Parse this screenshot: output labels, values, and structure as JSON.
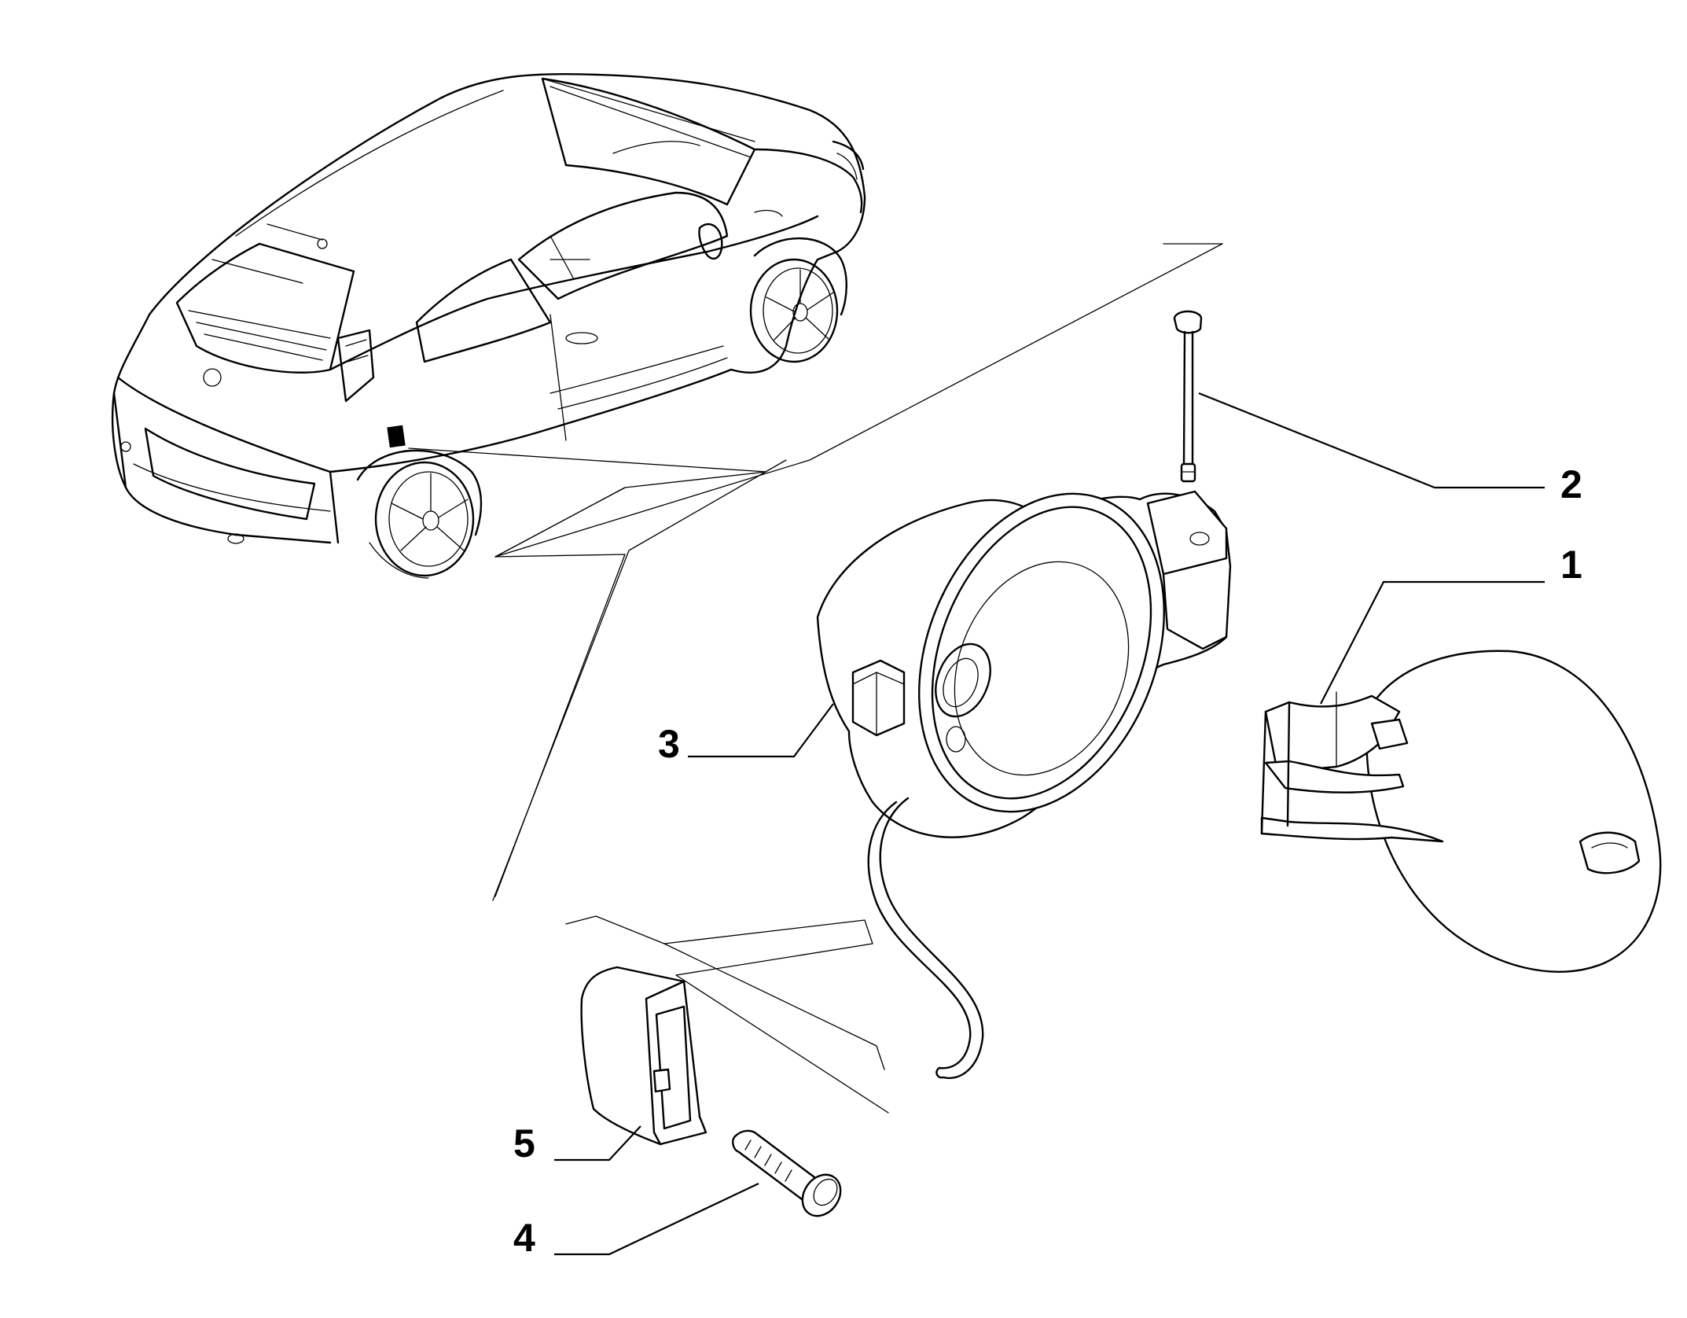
{
  "callouts": [
    {
      "id": "1",
      "label": "1",
      "part": "fuel-door-flap"
    },
    {
      "id": "2",
      "label": "2",
      "part": "release-pin"
    },
    {
      "id": "3",
      "label": "3",
      "part": "filler-housing"
    },
    {
      "id": "4",
      "label": "4",
      "part": "screw"
    },
    {
      "id": "5",
      "label": "5",
      "part": "cover-bracket"
    }
  ],
  "colors": {
    "line": "#000000",
    "background": "#ffffff"
  }
}
